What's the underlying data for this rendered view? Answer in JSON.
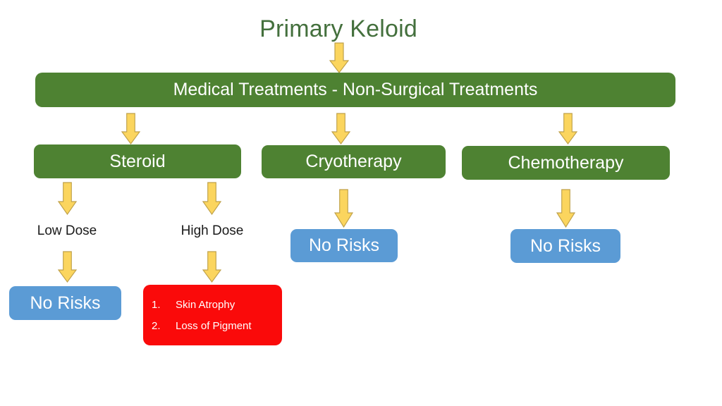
{
  "diagram": {
    "title": "Primary Keloid",
    "main_bar": {
      "label": "Medical Treatments   -   Non-Surgical Treatments"
    },
    "treatments": [
      {
        "id": "steroid",
        "label": "Steroid"
      },
      {
        "id": "cryotherapy",
        "label": "Cryotherapy"
      },
      {
        "id": "chemotherapy",
        "label": "Chemotherapy"
      }
    ],
    "doses": [
      {
        "id": "low-dose",
        "label": "Low Dose"
      },
      {
        "id": "high-dose",
        "label": "High Dose"
      }
    ],
    "outcomes": {
      "no_risks_label": "No Risks",
      "low_dose_outcome": "No Risks",
      "cryotherapy_outcome": "No Risks",
      "chemotherapy_outcome": "No Risks"
    },
    "risks": {
      "items": [
        {
          "number": "1.",
          "text": "Skin Atrophy"
        },
        {
          "number": "2.",
          "text": "Loss of Pigment"
        }
      ]
    },
    "colors": {
      "green": "#4E8232",
      "blue": "#5B9BD5",
      "red": "#FA0A0A",
      "arrow_fill": "#FBD55E",
      "arrow_stroke": "#BFA14A",
      "title_text": "#44703D",
      "background": "#FFFFFF"
    },
    "arrow_icon_name": "down-arrow-icon"
  }
}
